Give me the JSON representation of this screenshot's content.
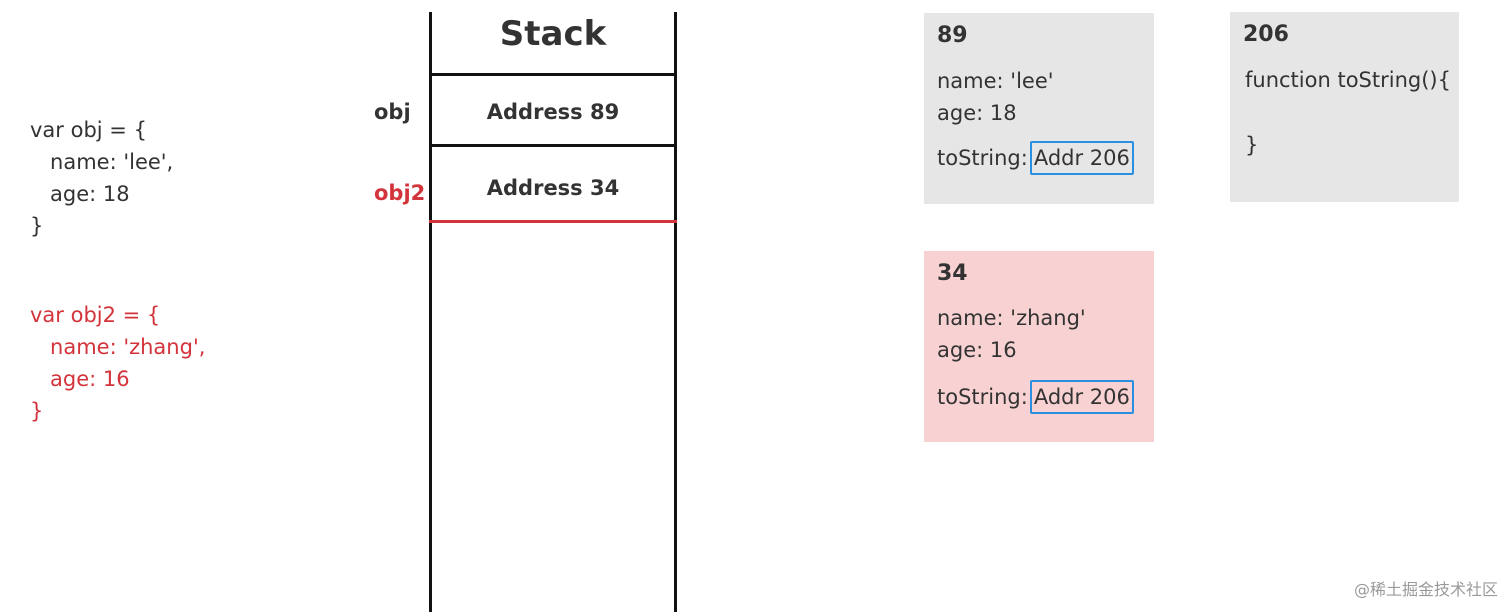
{
  "code_obj": {
    "lines": [
      "var obj = {",
      "   name: 'lee',",
      "   age: 18",
      "}"
    ]
  },
  "code_obj2": {
    "lines": [
      "var obj2 = {",
      "   name: 'zhang',",
      "   age: 16",
      "}"
    ]
  },
  "stack": {
    "title": "Stack",
    "cells": [
      {
        "label": "obj",
        "value": "Address 89"
      },
      {
        "label": "obj2",
        "value": "Address 34"
      }
    ]
  },
  "heap": {
    "obj89": {
      "title": "89",
      "name": "name: 'lee'",
      "age": "age: 18",
      "tostring_label": "toString:",
      "tostring_addr": "Addr 206"
    },
    "obj34": {
      "title": "34",
      "name": "name: 'zhang'",
      "age": "age: 16",
      "tostring_label": "toString:",
      "tostring_addr": "Addr 206"
    },
    "func206": {
      "title": "206",
      "line1": "function toString(){",
      "line2": "}"
    }
  },
  "watermark": "@稀土掘金技术社区",
  "colors": {
    "highlight_red": "#d3343b",
    "heap_gray": "#e6e6e6",
    "heap_pink": "#f8d2d2",
    "addr_border_blue": "#2b8fe0"
  }
}
